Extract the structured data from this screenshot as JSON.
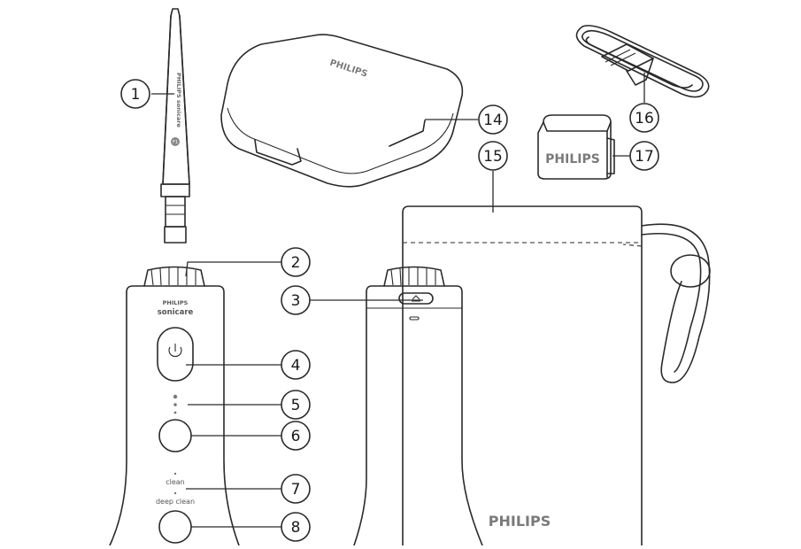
{
  "callouts": {
    "c1": "1",
    "c2": "2",
    "c3": "3",
    "c4": "4",
    "c5": "5",
    "c6": "6",
    "c7": "7",
    "c8": "8",
    "c14": "14",
    "c15": "15",
    "c16": "16",
    "c17": "17"
  },
  "nozzle": {
    "brand_vertical": "PHILIPS sonicare",
    "badge": "F1"
  },
  "case": {
    "brand": "PHILIPS"
  },
  "adapter": {
    "brand": "PHILIPS"
  },
  "pouch": {
    "brand": "PHILIPS"
  },
  "handle_front": {
    "brand": "PHILIPS",
    "sub_brand": "sonicare",
    "mode_clean": "clean",
    "mode_deep_clean": "deep clean"
  }
}
